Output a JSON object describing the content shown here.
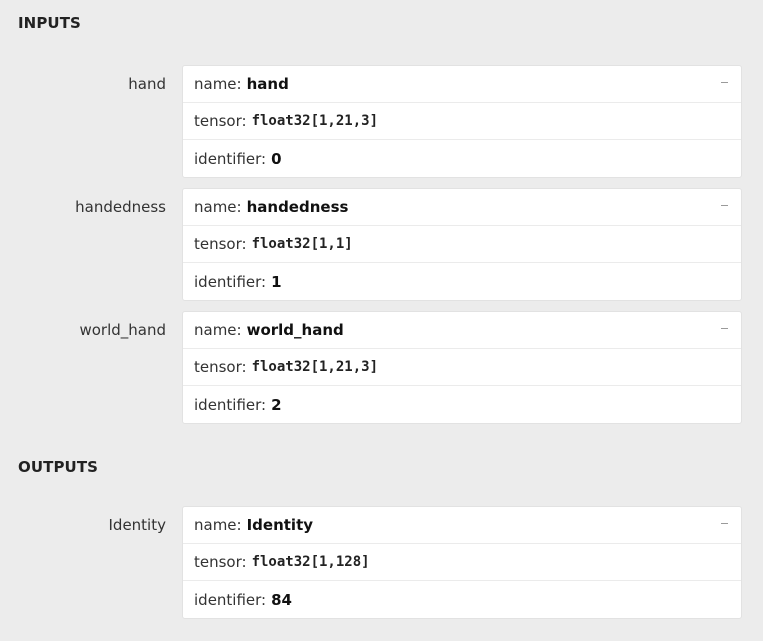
{
  "sections": {
    "inputs_title": "INPUTS",
    "outputs_title": "OUTPUTS"
  },
  "inputs": [
    {
      "label": "hand",
      "name_key": "name:",
      "name": "hand",
      "tensor_key": "tensor:",
      "tensor": "float32[1,21,3]",
      "identifier_key": "identifier:",
      "identifier": "0",
      "collapse_glyph": "−"
    },
    {
      "label": "handedness",
      "name_key": "name:",
      "name": "handedness",
      "tensor_key": "tensor:",
      "tensor": "float32[1,1]",
      "identifier_key": "identifier:",
      "identifier": "1",
      "collapse_glyph": "−"
    },
    {
      "label": "world_hand",
      "name_key": "name:",
      "name": "world_hand",
      "tensor_key": "tensor:",
      "tensor": "float32[1,21,3]",
      "identifier_key": "identifier:",
      "identifier": "2",
      "collapse_glyph": "−"
    }
  ],
  "outputs": [
    {
      "label": "Identity",
      "name_key": "name:",
      "name": "Identity",
      "tensor_key": "tensor:",
      "tensor": "float32[1,128]",
      "identifier_key": "identifier:",
      "identifier": "84",
      "collapse_glyph": "−"
    }
  ],
  "colors": {
    "background": "#ececec",
    "card": "#ffffff",
    "divider": "#ebebeb"
  }
}
